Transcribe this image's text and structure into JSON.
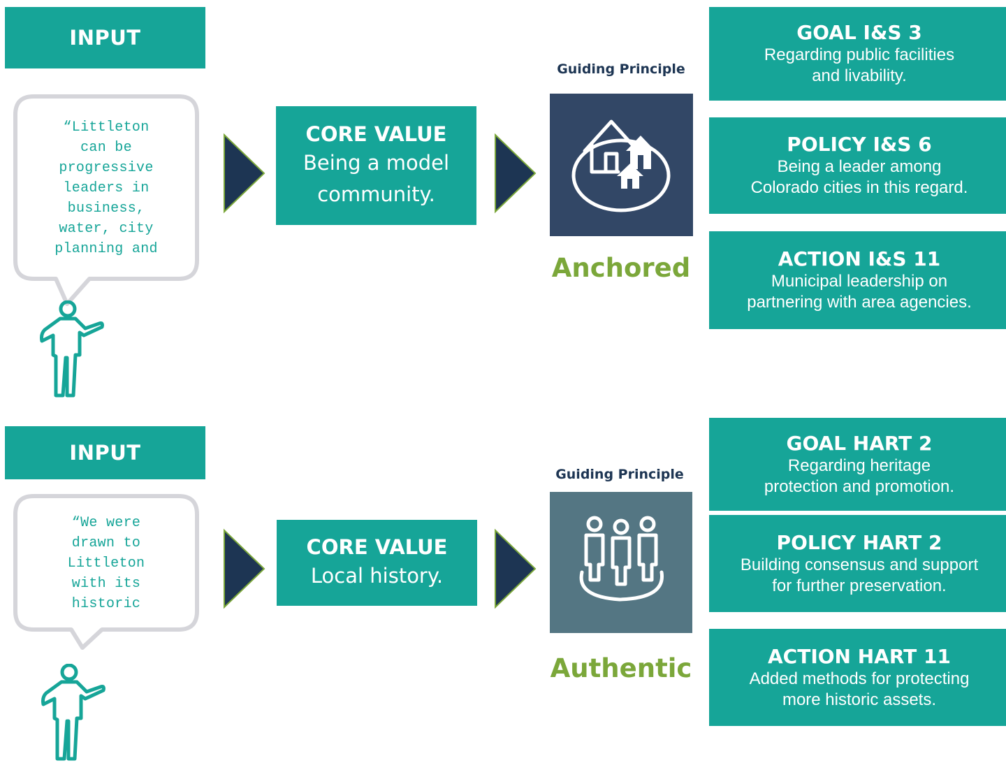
{
  "colors": {
    "teal": "#16a598",
    "navy": "#1d3553",
    "olive": "#7ba73a",
    "slate": "#547683",
    "dark_tile": "#324766",
    "bubble_border": "#d5d5da"
  },
  "rows": [
    {
      "input_label": "INPUT",
      "quote": "“Littleton can be progressive leaders in business, water, city planning and",
      "quote_lines": [
        "“Littleton",
        "can be",
        "progressive",
        "leaders in",
        "business,",
        "water, city",
        "planning and"
      ],
      "core_title": "CORE VALUE",
      "core_subtitle_lines": [
        "Being a model",
        "community."
      ],
      "gp_label": "Guiding Principle",
      "gp_name": "Anchored",
      "gp_icon": "houses-icon",
      "cards": [
        {
          "title": "GOAL I&S 3",
          "desc_lines": [
            "Regarding public facilities",
            "and livability."
          ]
        },
        {
          "title": "POLICY I&S 6",
          "desc_lines": [
            "Being a leader among",
            "Colorado cities in this regard."
          ]
        },
        {
          "title": "ACTION I&S 11",
          "desc_lines": [
            "Municipal leadership on",
            "partnering with area agencies."
          ]
        }
      ]
    },
    {
      "input_label": "INPUT",
      "quote": "“We were drawn to Littleton with its historic",
      "quote_lines": [
        "“We were",
        "drawn to",
        "Littleton",
        "with its",
        "historic"
      ],
      "core_title": "CORE VALUE",
      "core_subtitle_lines": [
        "Local history."
      ],
      "gp_label": "Guiding Principle",
      "gp_name": "Authentic",
      "gp_icon": "people-group-icon",
      "cards": [
        {
          "title": "GOAL HART 2",
          "desc_lines": [
            "Regarding heritage",
            "protection and promotion."
          ]
        },
        {
          "title": "POLICY HART 2",
          "desc_lines": [
            "Building consensus and support",
            "for further preservation."
          ]
        },
        {
          "title": "ACTION HART 11",
          "desc_lines": [
            "Added methods for protecting",
            "more historic assets."
          ]
        }
      ]
    }
  ]
}
